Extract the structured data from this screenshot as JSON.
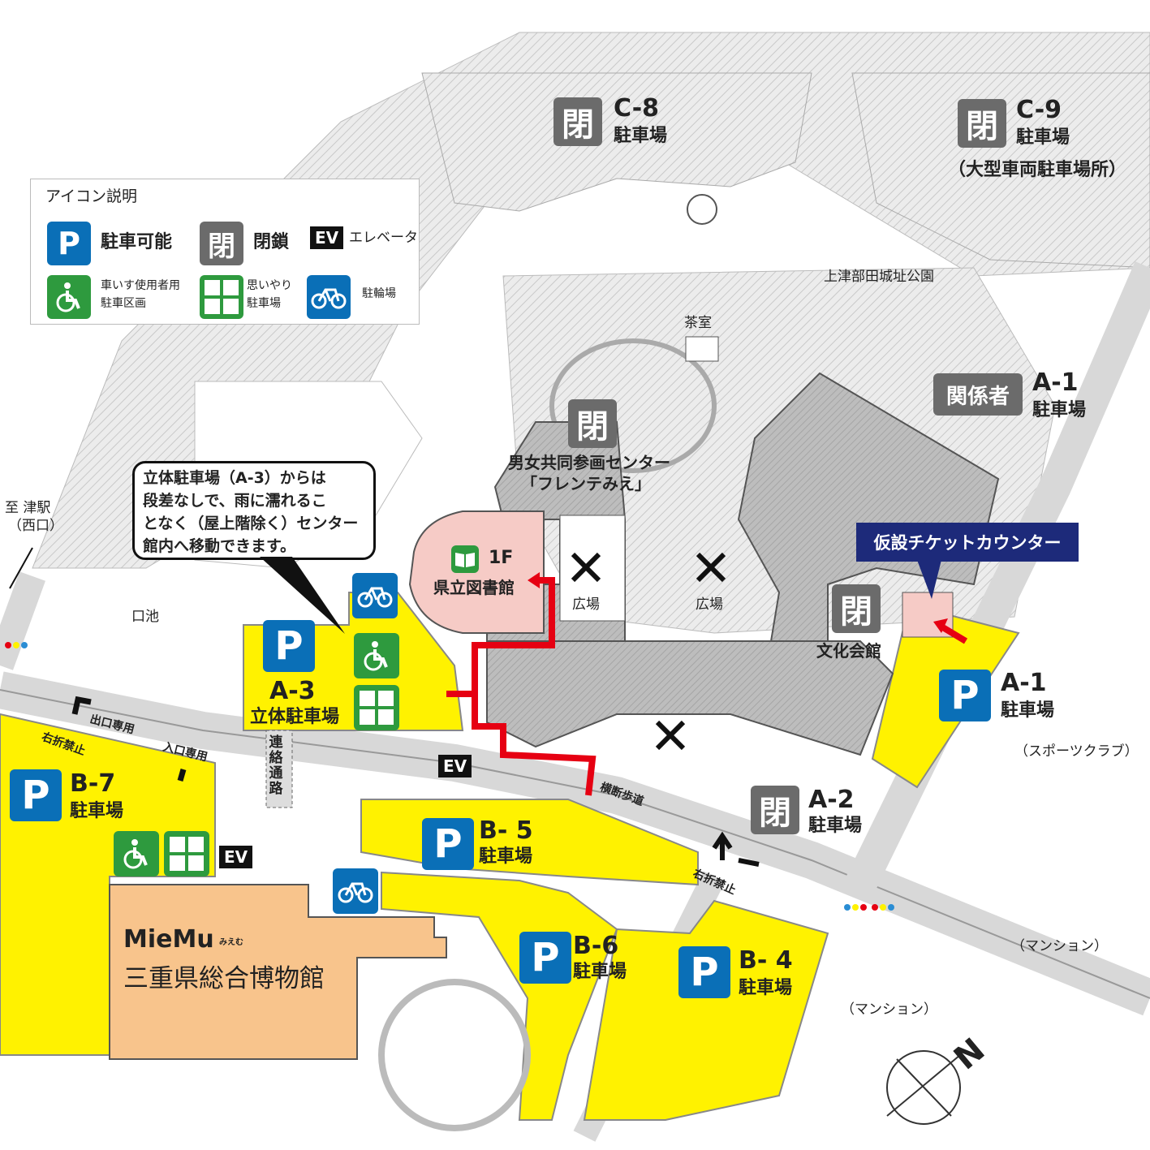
{
  "legend": {
    "title": "アイコン説明",
    "parking_label": "駐車可能",
    "closed_label": "閉鎖",
    "ev_label": "エレベータ",
    "wheelchair_label_1": "車いす使用者用",
    "wheelchair_label_2": "駐車区画",
    "consideration_label_1": "思いやり",
    "consideration_label_2": "駐車場",
    "bicycle_label": "駐輪場",
    "p_symbol": "P",
    "closed_symbol": "閉",
    "ev_symbol": "EV"
  },
  "lots": {
    "c8": {
      "code": "C-8",
      "name": "駐車場"
    },
    "c9": {
      "code": "C-9",
      "name": "駐車場",
      "note": "（大型車両駐車場所）"
    },
    "a1_staff": {
      "badge": "関係者",
      "code": "A-1",
      "name": "駐車場"
    },
    "a1": {
      "code": "A-1",
      "name": "駐車場"
    },
    "a2": {
      "code": "A-2",
      "name": "駐車場"
    },
    "a3": {
      "code": "A-3",
      "name": "立体駐車場"
    },
    "b4": {
      "code": "B- 4",
      "name": "駐車場"
    },
    "b5": {
      "code": "B- 5",
      "name": "駐車場"
    },
    "b6": {
      "code": "B-6",
      "name": "駐車場"
    },
    "b7": {
      "code": "B-7",
      "name": "駐車場"
    }
  },
  "places": {
    "park": "上津部田城址公園",
    "tea_room": "茶室",
    "center_1": "男女共同参画センター",
    "center_2": "「フレンテみえ」",
    "library_floor": "1F",
    "library": "県立図書館",
    "plaza_1": "広場",
    "plaza_2": "広場",
    "culture_hall": "文化会館",
    "pond": "口池",
    "sports_club": "（スポーツクラブ）",
    "mansion_1": "（マンション）",
    "mansion_2": "（マンション）",
    "station_1": "至 津駅",
    "station_2": "（西口）",
    "museum_en": "MieMu",
    "museum_kana": "みえむ",
    "museum_jp": "三重県総合博物館",
    "passage": "連絡通路",
    "crosswalk": "横断歩道"
  },
  "traffic": {
    "exit_only": "出口専用",
    "entrance_only": "入口専用",
    "no_right_turn_1": "右折禁止",
    "no_right_turn_2": "右折禁止"
  },
  "notice": {
    "line1": "立体駐車場（A-3）からは",
    "line2": "段差なしで、雨に濡れるこ",
    "line3": "となく（屋上階除く）センター",
    "line4": "館内へ移動できます。"
  },
  "ticket_counter": "仮設チケットカウンター",
  "compass": "N",
  "colors": {
    "parking_yellow": "#fff200",
    "parking_blue": "#0a6fb7",
    "closed_gray": "#6b6b6b",
    "wheelchair_green": "#2e9a3e",
    "route_red": "#e60012",
    "ticket_navy": "#1d2a7a",
    "museum_orange": "#f8c48c",
    "library_pink": "#f6cbc6"
  }
}
